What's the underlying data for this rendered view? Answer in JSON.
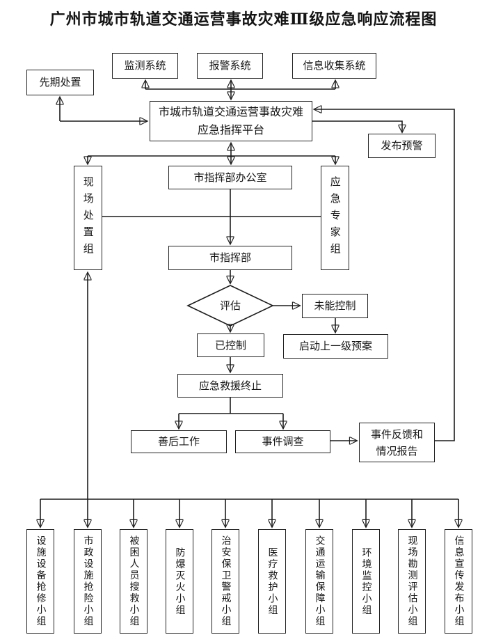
{
  "title": "广州市城市轨道交通运营事故灾难Ⅲ级应急响应流程图",
  "colors": {
    "ink": "#1c1c1c",
    "background": "#ffffff"
  },
  "nodes": {
    "monitoring_system": "监测系统",
    "alarm_system": "报警系统",
    "info_collection_system": "信息收集系统",
    "initial_disposal": "先期处置",
    "command_platform": {
      "lines": [
        "市城市轨道交通运营事故灾难",
        "应急指挥平台"
      ]
    },
    "issue_warning": "发布预警",
    "command_office": "市指挥部办公室",
    "onsite_disposal_group": "现场处置组",
    "emergency_expert_group": "应急专家组",
    "city_command": "市指挥部",
    "evaluation": "评估",
    "not_controlled": "未能控制",
    "activate_higher_level_plan": "启动上一级预案",
    "controlled": "已控制",
    "emergency_rescue_termination": "应急救援终止",
    "aftermath_work": "善后工作",
    "incident_investigation": "事件调查",
    "incident_feedback_report": {
      "lines": [
        "事件反馈和",
        "情况报告"
      ]
    }
  },
  "bottom_groups": [
    {
      "label": "设施设备抢修小组"
    },
    {
      "label": "市政设施抢险小组"
    },
    {
      "label": "被困人员搜救小组"
    },
    {
      "label": "防爆灭火小组"
    },
    {
      "label": "治安保卫警戒小组"
    },
    {
      "label": "医疗救护小组"
    },
    {
      "label": "交通运输保障小组"
    },
    {
      "label": "环境监控小组"
    },
    {
      "label": "现场勘测评估小组"
    },
    {
      "label": "信息宣传发布小组"
    }
  ]
}
